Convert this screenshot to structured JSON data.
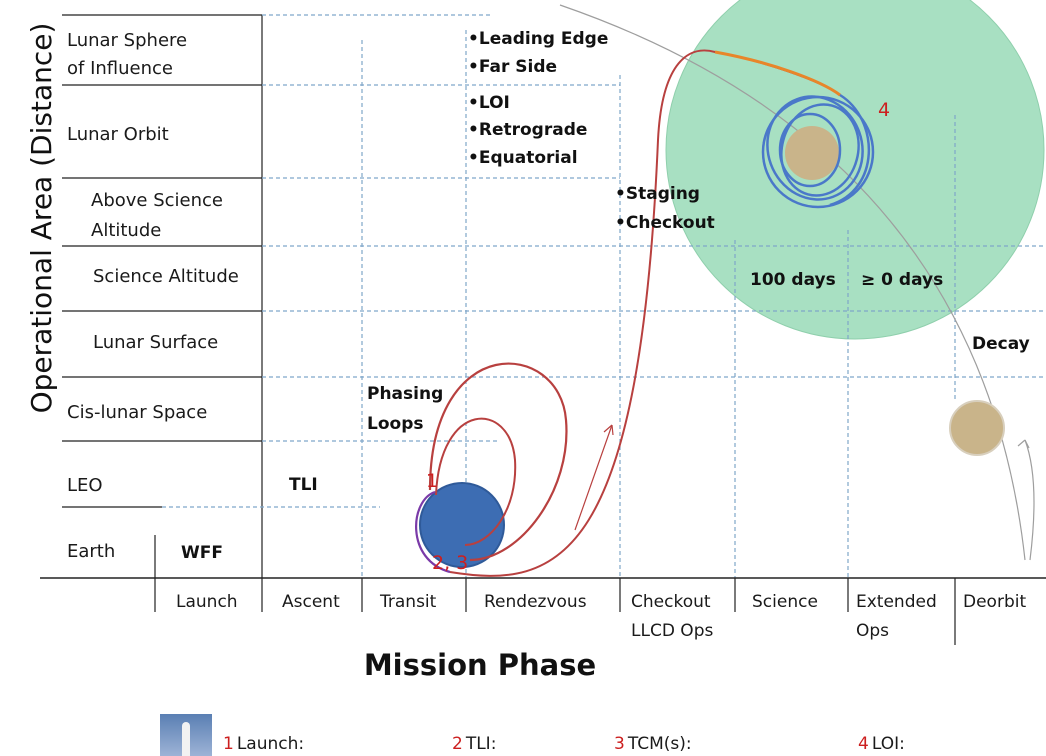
{
  "axes": {
    "y_title": "Operational Area (Distance)",
    "x_title": "Mission Phase"
  },
  "rows": [
    {
      "line1": "Lunar Sphere",
      "line2": "of Influence"
    },
    {
      "line1": "Lunar Orbit"
    },
    {
      "line1": "Above Science",
      "line2": "Altitude"
    },
    {
      "line1": "Science Altitude"
    },
    {
      "line1": "Lunar Surface"
    },
    {
      "line1": "Cis-lunar Space"
    },
    {
      "line1": "LEO"
    },
    {
      "line1": "Earth"
    }
  ],
  "phases": [
    {
      "line1": "Launch"
    },
    {
      "line1": "Ascent"
    },
    {
      "line1": "Transit"
    },
    {
      "line1": "Rendezvous"
    },
    {
      "line1": "Checkout",
      "line2": "LLCD Ops"
    },
    {
      "line1": "Science"
    },
    {
      "line1": "Extended",
      "line2": "Ops"
    },
    {
      "line1": "Deorbit"
    }
  ],
  "annotations": {
    "wff": "WFF",
    "tli": "TLI",
    "phasing_line1": "Phasing",
    "phasing_line2": "Loops",
    "leading_edge": "•Leading Edge",
    "far_side": "•Far Side",
    "loi": "•LOI",
    "retrograde": "•Retrograde",
    "equatorial": "•Equatorial",
    "staging": "•Staging",
    "checkout": "•Checkout",
    "science_days": "100 days",
    "extended_days": "≥ 0 days",
    "decay": "Decay"
  },
  "markers": {
    "m1": "1",
    "m23": "2, 3",
    "m4": "4"
  },
  "legend": [
    {
      "num": "1",
      "text": "Launch:"
    },
    {
      "num": "2",
      "text": "TLI:"
    },
    {
      "num": "3",
      "text": "TCM(s):"
    },
    {
      "num": "4",
      "text": "LOI:"
    }
  ],
  "colors": {
    "grid_dash": "#7fa6c9",
    "earth": "#3d6db3",
    "moon": "#c9b48a",
    "lunar_soi": "#a8e0c2",
    "trajectory": "#b8403f",
    "orbit": "#4a78c9",
    "arrival": "#e8862a",
    "marker_text": "#cc1f1f"
  }
}
